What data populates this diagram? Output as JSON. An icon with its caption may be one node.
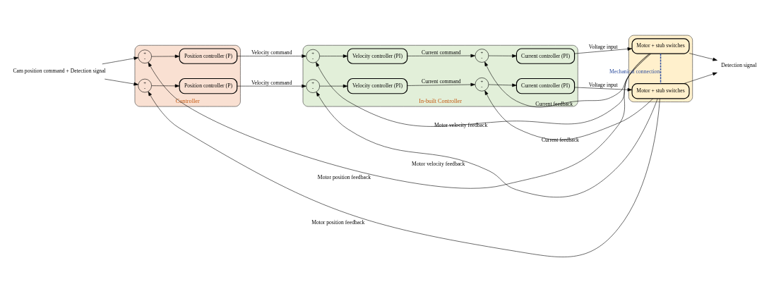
{
  "diagram": {
    "nodes": [
      {
        "text": [
          "Cam position command + Detection signal"
        ]
      },
      {
        "text": [
          "Controller"
        ]
      },
      {
        "text": [
          "+",
          "-"
        ],
        "in": 1
      },
      {
        "text": [
          "Position controller (P)"
        ],
        "in": 1
      },
      {
        "text": [
          "In-built Controller"
        ]
      },
      {
        "text": [
          "+",
          "-"
        ],
        "in": 4
      },
      {
        "text": [
          "Velocity controller (PI)"
        ],
        "in": 4
      },
      {
        "text": [
          "+",
          "-"
        ],
        "in": 4
      },
      {
        "text": [
          "Current controller (PI)"
        ],
        "in": 4
      },
      {
        "text": [],
        "shape": "box"
      },
      {
        "text": [
          "Motor + stub switches"
        ],
        "in": 9
      },
      {
        "text": [
          "+",
          "-"
        ],
        "in": 1
      },
      {
        "text": [
          "Position controller (P)"
        ],
        "in": 1
      },
      {
        "text": [
          "+",
          "-"
        ],
        "in": 4
      },
      {
        "text": [
          "Velocity controller (PI)"
        ],
        "in": 4
      },
      {
        "text": [
          "+",
          "-"
        ],
        "in": 4
      },
      {
        "text": [
          "Current controller (PI)"
        ],
        "in": 4
      },
      {
        "text": [
          "Motor + stub switches"
        ],
        "in": 9
      },
      {
        "text": [
          "Detection signal"
        ]
      }
    ],
    "edges": [
      {
        "from": 0,
        "to": 2,
        "arrow": "to"
      },
      {
        "from": 2,
        "to": 3,
        "arrow": "to"
      },
      {
        "from": 3,
        "to": 5,
        "arrow": "to",
        "label": "Velocity command"
      },
      {
        "from": 5,
        "to": 6,
        "arrow": "to"
      },
      {
        "from": 6,
        "to": 7,
        "arrow": "to",
        "label": "Current command"
      },
      {
        "from": 7,
        "to": 8,
        "arrow": "to"
      },
      {
        "from": 8,
        "to": 10,
        "arrow": "to",
        "label": "Voltage input"
      },
      {
        "from": 10,
        "to": 18,
        "arrow": "to"
      },
      {
        "from": 10,
        "to": 7,
        "arrow": "to",
        "label": "Current feedback"
      },
      {
        "from": 10,
        "to": 5,
        "arrow": "to",
        "label": "Motor velocity feedback"
      },
      {
        "from": 10,
        "to": 2,
        "arrow": "to",
        "label": "Motor position feedback"
      },
      {
        "from": 10,
        "to": 17,
        "arrow": "none",
        "label": "Mechanical connection",
        "style": "dashed",
        "color": "#2f4f9f"
      },
      {
        "from": 0,
        "to": 11,
        "arrow": "to"
      },
      {
        "from": 11,
        "to": 12,
        "arrow": "to"
      },
      {
        "from": 12,
        "to": 13,
        "arrow": "to",
        "label": "Velocity command"
      },
      {
        "from": 13,
        "to": 14,
        "arrow": "to"
      },
      {
        "from": 14,
        "to": 15,
        "arrow": "to",
        "label": "Current command"
      },
      {
        "from": 15,
        "to": 16,
        "arrow": "to"
      },
      {
        "from": 16,
        "to": 17,
        "arrow": "to",
        "label": "Voltage input"
      },
      {
        "from": 17,
        "to": 18,
        "arrow": "to"
      },
      {
        "from": 17,
        "to": 15,
        "arrow": "to",
        "label": "Current feedback"
      },
      {
        "from": 17,
        "to": 13,
        "arrow": "to",
        "label": "Motor velocity feedback"
      },
      {
        "from": 17,
        "to": 11,
        "arrow": "to",
        "label": "Motor position feedback"
      }
    ]
  }
}
